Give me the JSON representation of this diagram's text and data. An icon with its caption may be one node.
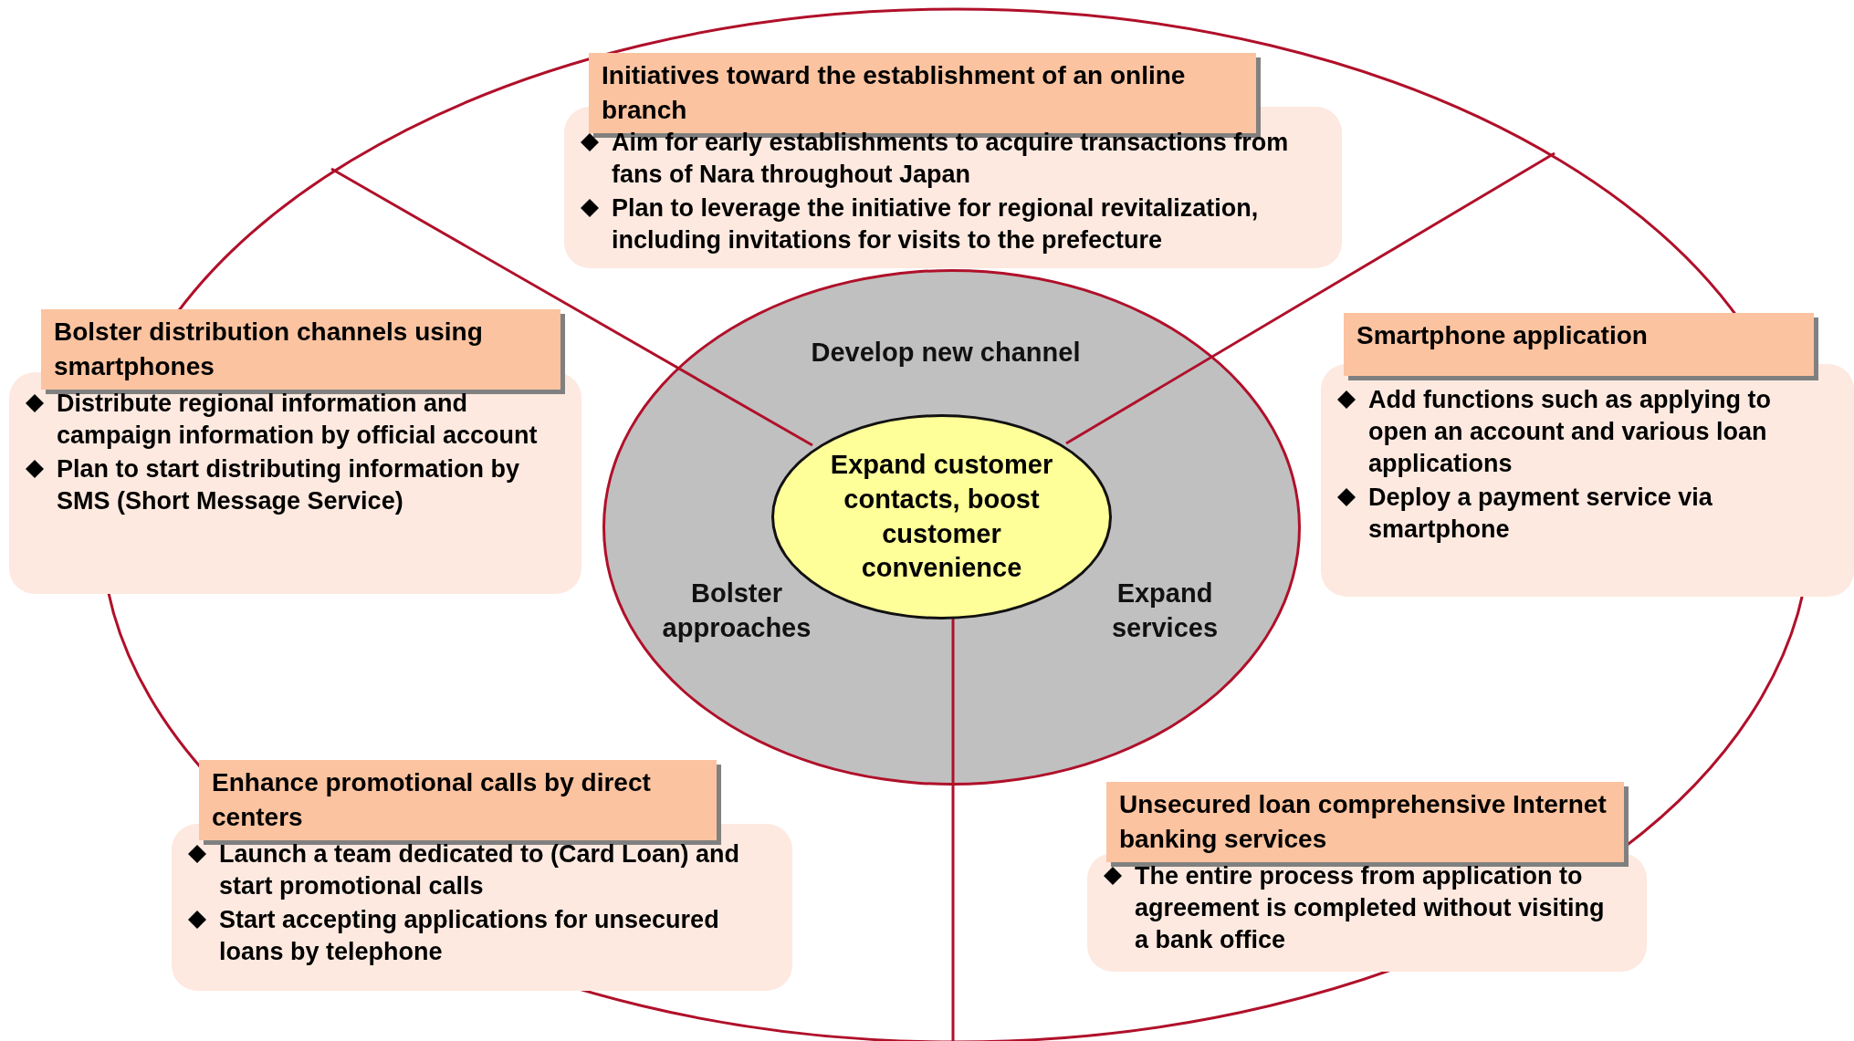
{
  "diagram": {
    "nodes": [
      {
        "text": [
          "Develop new channel",
          "Bolster approaches",
          "Expand services"
        ]
      },
      {
        "text": [
          "Expand customer contacts, boost customer convenience"
        ],
        "in": 0
      },
      {
        "text": [
          "Initiatives toward the establishment of an online branch",
          "Aim for early establishments to acquire transactions from fans of Nara throughout Japan",
          "Plan to leverage the initiative for regional revitalization, including invitations for visits to the prefecture"
        ]
      },
      {
        "text": [
          "Bolster distribution channels using smartphones",
          "Distribute regional information and campaign information by official account",
          "Plan to start distributing information by SMS (Short Message Service)"
        ]
      },
      {
        "text": [
          "Smartphone application",
          "Add functions such as applying to open an account and various loan applications",
          "Deploy a payment service via smartphone"
        ]
      },
      {
        "text": [
          "Enhance promotional calls by direct centers",
          "Launch a team dedicated to (Card Loan) and start promotional calls",
          "Start accepting applications for unsecured loans by telephone"
        ]
      },
      {
        "text": [
          "Unsecured loan comprehensive Internet banking services",
          "The entire process from application to agreement is completed without visiting a bank office"
        ]
      }
    ]
  }
}
